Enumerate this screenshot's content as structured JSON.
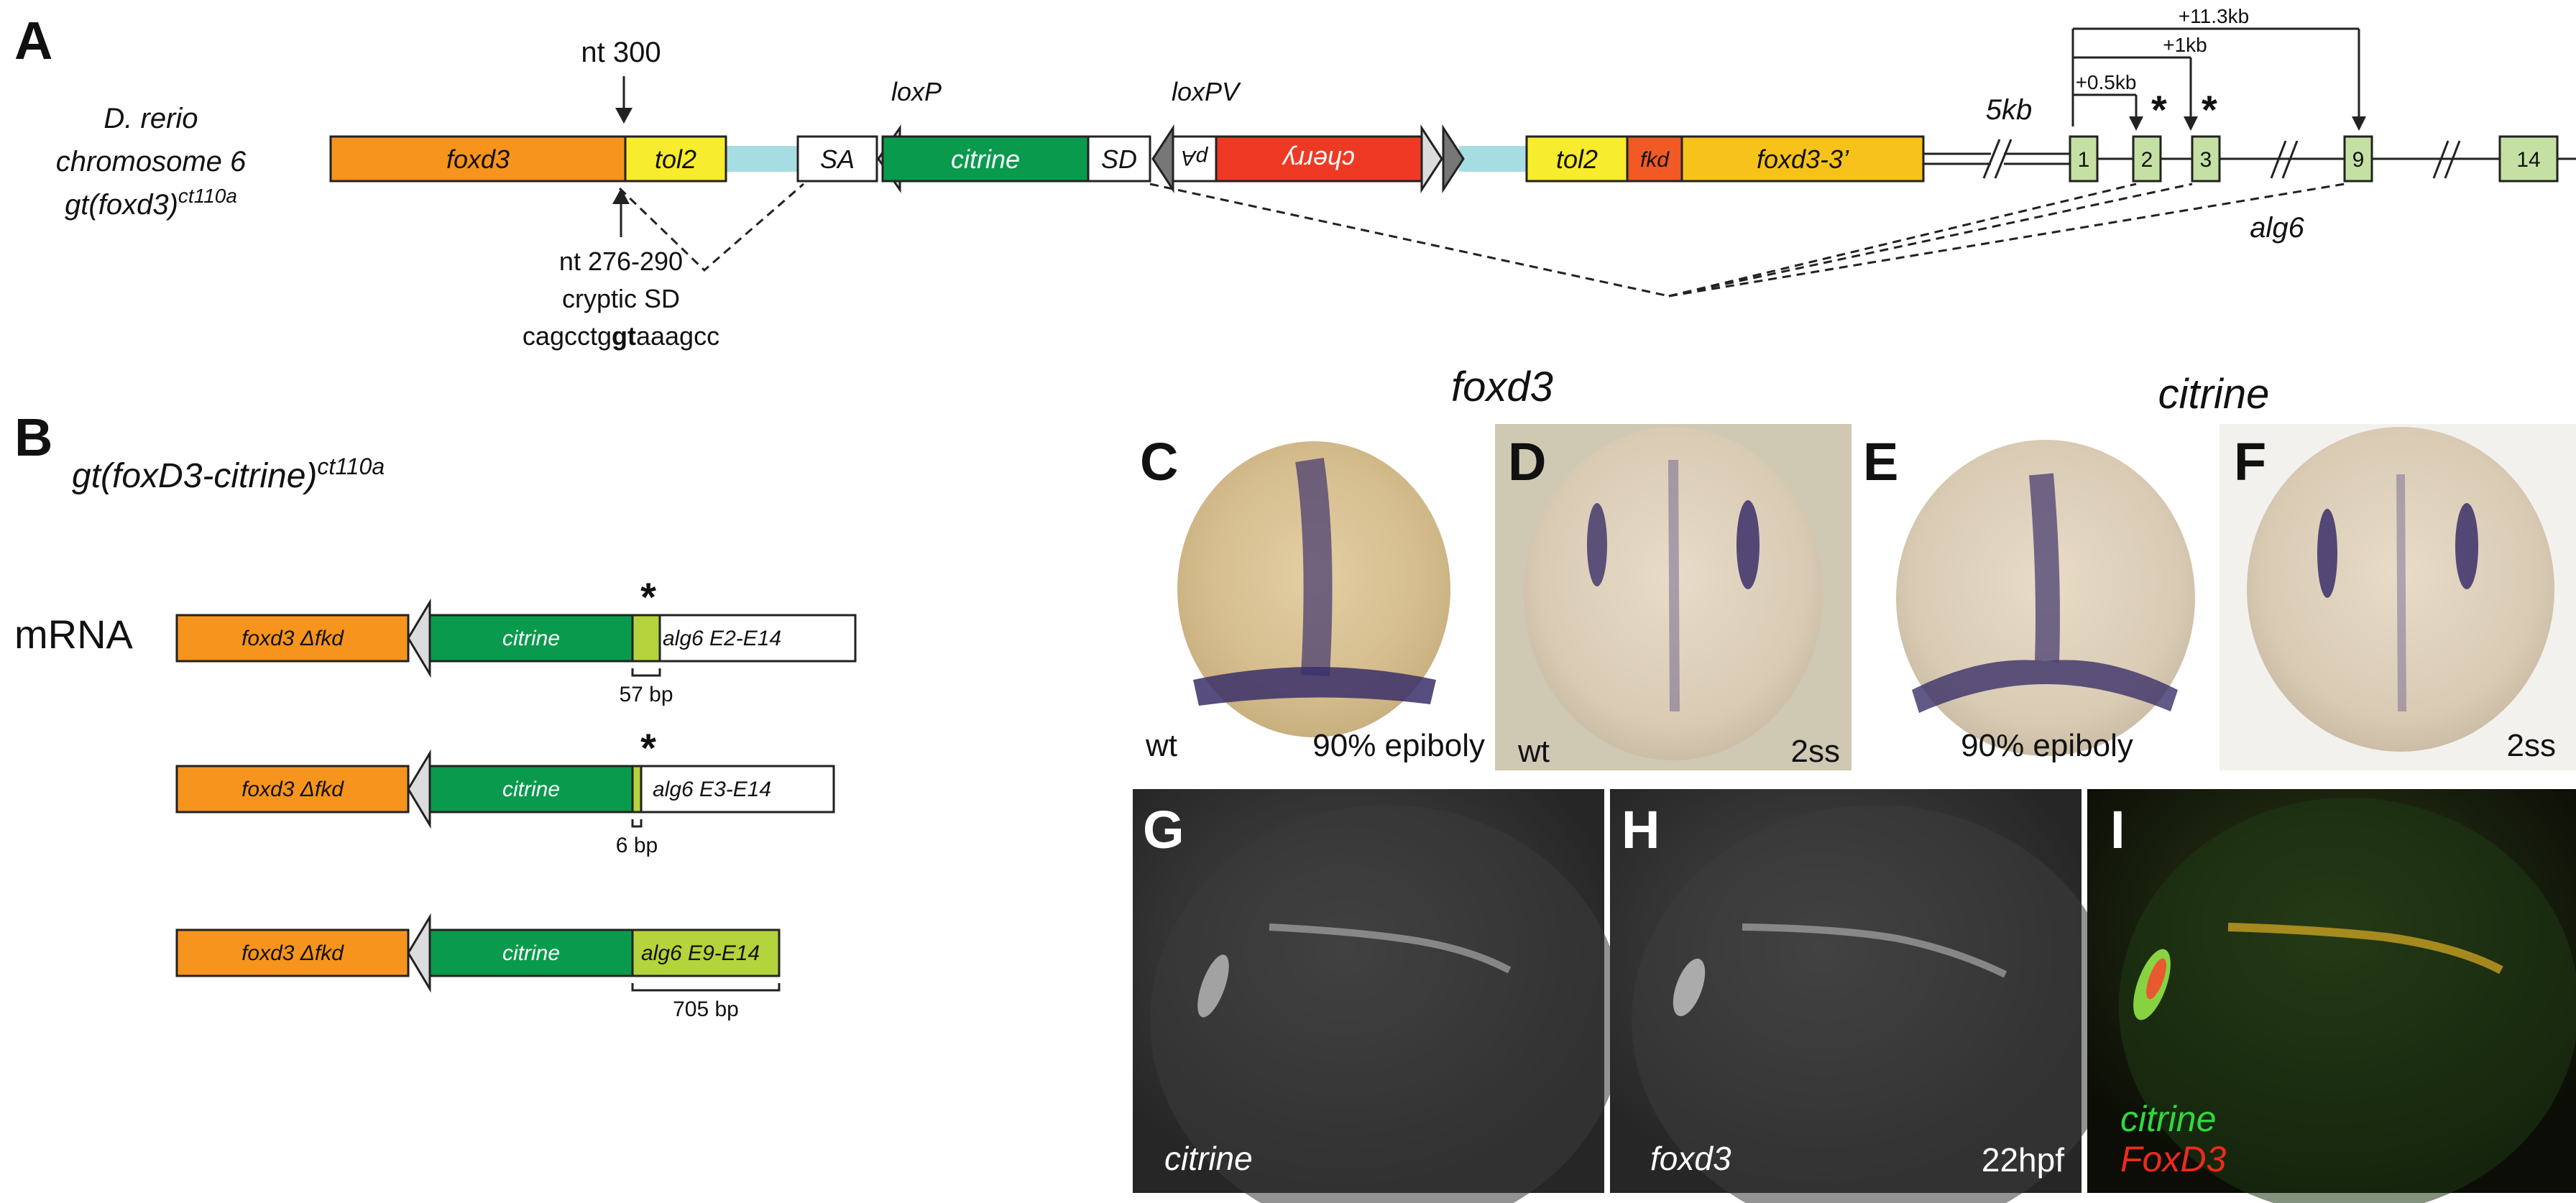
{
  "panel_letters": {
    "A": "A",
    "B": "B",
    "C": "C",
    "D": "D",
    "E": "E",
    "F": "F",
    "G": "G",
    "H": "H",
    "I": "I"
  },
  "panel_a": {
    "species": "D. rerio",
    "chromosome": "chromosome 6",
    "line_name": "gt(foxd3)",
    "line_sup": "ct110a",
    "nt300": "nt 300",
    "nt_range": "nt 276-290",
    "cryptic": "cryptic SD",
    "seq_pre": "cagcctg",
    "seq_bold": "gt",
    "seq_post": "aaagcc",
    "boxes": {
      "foxd3": "foxd3",
      "tol2_left": "tol2",
      "SA": "SA",
      "citrine": "citrine",
      "SD": "SD",
      "pA": "pA",
      "cherry": "cherry",
      "tol2_right": "tol2",
      "fkd": "fkd",
      "foxd3_3": "foxd3-3’"
    },
    "loxP": "loxP",
    "loxPV": "loxPV",
    "gap_5kb": "5kb",
    "exons": [
      "1",
      "2",
      "3",
      "9",
      "14"
    ],
    "alg6": "alg6",
    "dist_05": "+0.5kb",
    "dist_1": "+1kb",
    "dist_113": "+11.3kb",
    "star": "*"
  },
  "panel_b": {
    "line_name": "gt(foxD3-citrine)",
    "line_sup": "ct110a",
    "mrna": "mRNA",
    "transcripts": [
      {
        "foxd3": "foxd3 Δfkd",
        "citrine": "citrine",
        "alg6": "alg6  E2-E14",
        "bp": "57 bp",
        "star": "*"
      },
      {
        "foxd3": "foxd3 Δfkd",
        "citrine": "citrine",
        "alg6": "alg6  E3-E14",
        "bp": "6 bp",
        "star": "*"
      },
      {
        "foxd3": "foxd3 Δfkd",
        "citrine": "citrine",
        "alg6": "alg6 E9-E14",
        "bp": "705 bp"
      }
    ]
  },
  "headers": {
    "foxd3": "foxd3",
    "citrine": "citrine"
  },
  "panel_c": {
    "geno": "wt",
    "stage": "90% epiboly"
  },
  "panel_d": {
    "geno": "wt",
    "stage": "2ss"
  },
  "panel_e": {
    "stage": "90% epiboly"
  },
  "panel_f": {
    "stage": "2ss"
  },
  "panel_g": {
    "label": "citrine"
  },
  "panel_h": {
    "label": "foxd3",
    "stage": "22hpf"
  },
  "panel_i": {
    "label_green": "citrine",
    "label_red": "FoxD3"
  },
  "colors": {
    "foxd3": "#f7941d",
    "tol2": "#f7ec2d",
    "citrine": "#0a9a4d",
    "cherry": "#ee3a24",
    "fkd": "#f15a24",
    "exon": "#c5e0a3",
    "alg6_bar": "#b5d33d",
    "spacer": "#a6dde2",
    "embryo": "#d8c297",
    "stain": "#4a3d70"
  },
  "icons": [
    "arrow-down-icon",
    "arrow-up-icon",
    "loxp-triangle-icon",
    "star-icon"
  ]
}
